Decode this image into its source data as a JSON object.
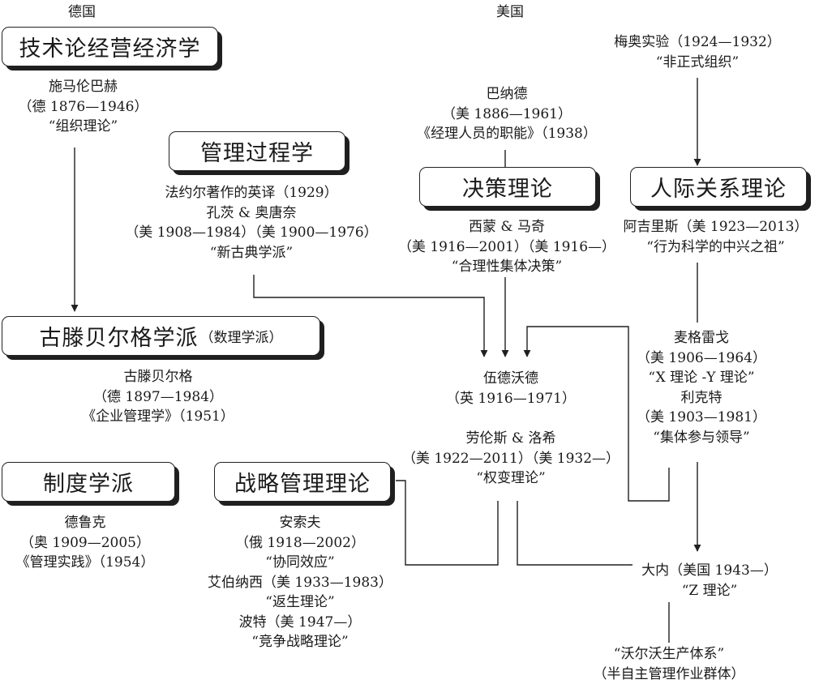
{
  "countries": {
    "germany": "德国",
    "usa": "美国"
  },
  "boxes": {
    "tech_economics": "技术论经营经济学",
    "mgmt_process": "管理过程学",
    "decision": "决策理论",
    "human_relations": "人际关系理论",
    "gutenberg": "古滕贝尔格学派",
    "gutenberg_sub": "（数理学派）",
    "institutional": "制度学派",
    "strategic": "战略管理理论"
  },
  "texts": {
    "schmalenbach": [
      "施马伦巴赫",
      "（德 1876—1946）",
      "“组织理论”"
    ],
    "mayo": [
      "梅奥实验（1924—1932）",
      "“非正式组织”"
    ],
    "barnard": [
      "巴纳德",
      "（美 1886—1961）",
      "《经理人员的职能》（1938）"
    ],
    "fayol": [
      "法约尔著作的英译（1929）",
      "孔茨 & 奥唐奈",
      "（美 1908—1984）（美 1900—1976）",
      "“新古典学派”"
    ],
    "simon": [
      "西蒙 & 马奇",
      "（美 1916—2001）（美 1916—）",
      "“合理性集体决策”"
    ],
    "argyris": [
      "阿吉里斯（美 1923—2013）",
      "“行为科学的中兴之祖”"
    ],
    "mcgregor": [
      "麦格雷戈",
      "（美 1906—1964）",
      "“X 理论 -Y 理论”",
      "利克特",
      "（美 1903—1981）",
      "“集体参与领导”"
    ],
    "woodward": [
      "伍德沃德",
      "（英 1916—1971）"
    ],
    "lawrence": [
      "劳伦斯 & 洛希",
      "（美 1922—2011）（美 1932—）",
      "“权变理论”"
    ],
    "gutenberg_person": [
      "古滕贝尔格",
      "（德 1897—1984）",
      "《企业管理学》（1951）"
    ],
    "drucker": [
      "德鲁克",
      "（奥 1909—2005）",
      "《管理实践》（1954）"
    ],
    "strategy_people": [
      "安索夫",
      "（俄 1918—2002）",
      "“协同效应”",
      "艾伯纳西（美 1933—1983）",
      "“返生理论”",
      "波特（美 1947—）",
      "“竞争战略理论”"
    ],
    "ouchi": [
      "大内（美国 1943—）",
      "“Z 理论”"
    ],
    "volvo": [
      "“沃尔沃生产体系”",
      "（半自主管理作业群体）"
    ]
  },
  "colors": {
    "line": "#1f1f1f",
    "shadow": "#1f1f1f"
  }
}
